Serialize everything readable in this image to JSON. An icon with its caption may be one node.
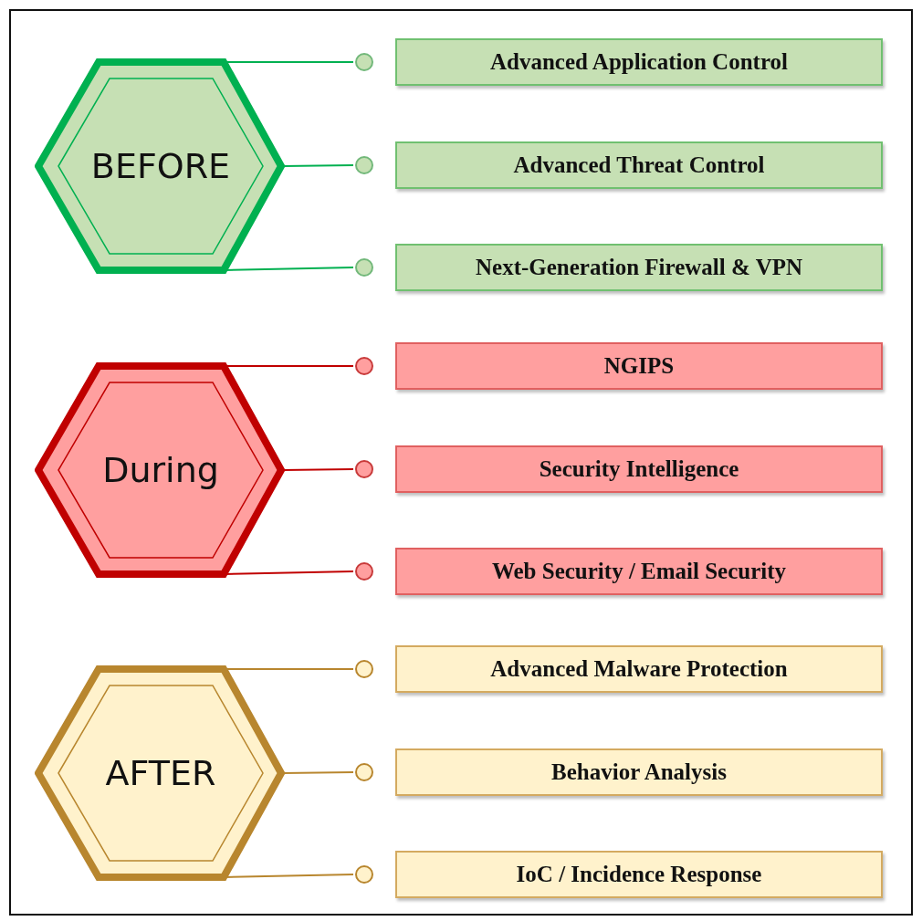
{
  "diagram": {
    "nodes": [
      {
        "text": [
          "BEFORE"
        ]
      },
      {
        "text": [],
        "shape": "circle"
      },
      {
        "text": [
          "Advanced Application Control"
        ]
      },
      {
        "text": [],
        "shape": "circle"
      },
      {
        "text": [
          "Advanced Threat Control"
        ]
      },
      {
        "text": [],
        "shape": "circle"
      },
      {
        "text": [
          "Next-Generation Firewall & VPN"
        ]
      },
      {
        "text": [
          "During"
        ]
      },
      {
        "text": [],
        "shape": "circle"
      },
      {
        "text": [
          "NGIPS"
        ]
      },
      {
        "text": [],
        "shape": "circle"
      },
      {
        "text": [
          "Security Intelligence"
        ]
      },
      {
        "text": [],
        "shape": "circle"
      },
      {
        "text": [
          "Web Security / Email Security"
        ]
      },
      {
        "text": [
          "AFTER"
        ]
      },
      {
        "text": [],
        "shape": "circle"
      },
      {
        "text": [
          "Advanced Malware Protection"
        ]
      },
      {
        "text": [],
        "shape": "circle"
      },
      {
        "text": [
          "Behavior Analysis"
        ]
      },
      {
        "text": [],
        "shape": "circle"
      },
      {
        "text": [
          "IoC / Incidence Response"
        ]
      }
    ],
    "edges": [
      {
        "from": 0,
        "to": 1,
        "arrow": "none",
        "color": "#00b050"
      },
      {
        "from": 0,
        "to": 3,
        "arrow": "none",
        "color": "#00b050"
      },
      {
        "from": 0,
        "to": 5,
        "arrow": "none",
        "color": "#00b050"
      },
      {
        "from": 7,
        "to": 8,
        "arrow": "none",
        "color": "#c00000"
      },
      {
        "from": 7,
        "to": 10,
        "arrow": "none",
        "color": "#c00000"
      },
      {
        "from": 7,
        "to": 12,
        "arrow": "none",
        "color": "#c00000"
      },
      {
        "from": 14,
        "to": 15,
        "arrow": "none",
        "color": "#b8862e"
      },
      {
        "from": 14,
        "to": 17,
        "arrow": "none",
        "color": "#b8862e"
      },
      {
        "from": 14,
        "to": 19,
        "arrow": "none",
        "color": "#b8862e"
      }
    ]
  }
}
